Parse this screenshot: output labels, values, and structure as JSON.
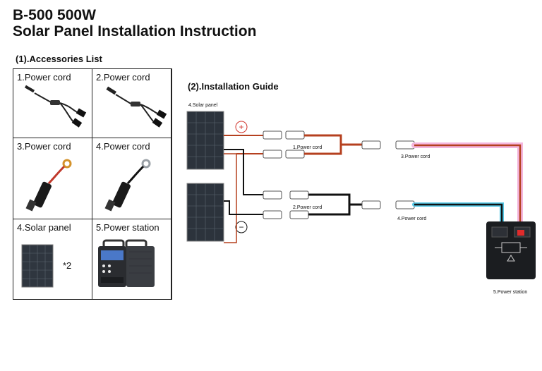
{
  "header": {
    "model": "B-500    500W",
    "subtitle": "Solar Panel Installation Instruction"
  },
  "accessories": {
    "heading": "(1).Accessories List",
    "items": [
      {
        "label": "1.Power cord"
      },
      {
        "label": "2.Power cord"
      },
      {
        "label": "3.Power cord"
      },
      {
        "label": "4.Power cord"
      },
      {
        "label": "4.Solar panel",
        "quantity": "*2"
      },
      {
        "label": "5.Power station"
      }
    ]
  },
  "guide": {
    "heading": "(2).Installation Guide",
    "solar_panel_label": "4.Solar panel",
    "plus_symbol": "+",
    "minus_symbol": "−",
    "cord1_label": "1.Power cord",
    "cord2_label": "2.Power cord",
    "cord3_label": "3.Power cord",
    "cord4_label": "4.Power cord",
    "station_label": "5.Power station"
  },
  "colors": {
    "positive_wire": "#b5401f",
    "negative_wire": "#111111",
    "pink_glow": "#f4b6de",
    "cyan_glow": "#56c8e6",
    "positive_circle": "#d0342c",
    "panel": "#2c333c",
    "station": "#1b1d20",
    "station_accent": "#e02b2b"
  }
}
